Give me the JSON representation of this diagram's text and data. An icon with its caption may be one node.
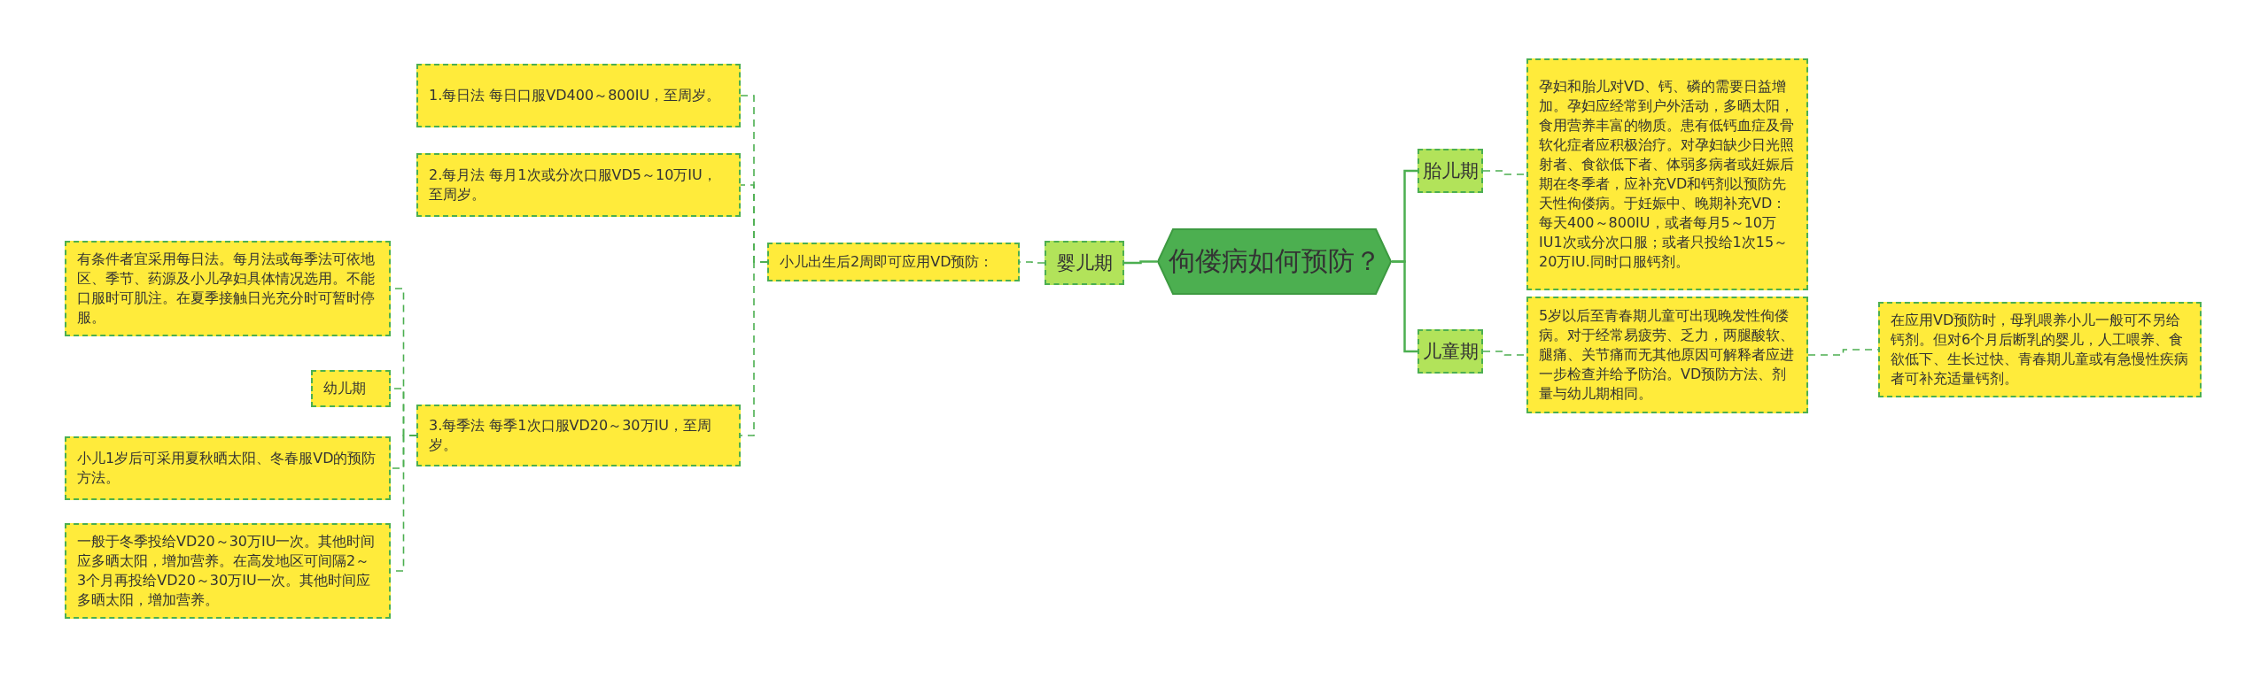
{
  "diagram": {
    "nodes": [
      {
        "text": [
          "佝偻病如何预防？"
        ]
      },
      {
        "text": [
          "婴儿期"
        ]
      },
      {
        "text": [
          "小儿出生后2周即可应用VD预防："
        ]
      },
      {
        "text": [
          "1.每日法 每日口服VD400～800IU，至周岁。"
        ]
      },
      {
        "text": [
          "2.每月法 每月1次或分次口服VD5～10万IU，至周岁。"
        ]
      },
      {
        "text": [
          "3.每季法 每季1次口服VD20～30万IU，至周岁。"
        ]
      },
      {
        "text": [
          "有条件者宜采用每日法。每月法或每季法可依地区、季节、药源及小儿孕妇具体情况选用。不能口服时可肌注。在夏季接触日光充分时可暂时停服。"
        ]
      },
      {
        "text": [
          "幼儿期"
        ]
      },
      {
        "text": [
          "小儿1岁后可采用夏秋晒太阳、冬春服VD的预防方法。"
        ]
      },
      {
        "text": [
          "一般于冬季投给VD20～30万IU一次。其他时间应多晒太阳，增加营养。在高发地区可间隔2～3个月再投给VD20～30万IU一次。其他时间应多晒太阳，增加营养。"
        ]
      },
      {
        "text": [
          "胎儿期"
        ]
      },
      {
        "text": [
          "孕妇和胎儿对VD、钙、磷的需要日益增加。孕妇应经常到户外活动，多晒太阳，食用营养丰富的物质。患有低钙血症及骨软化症者应积极治疗。对孕妇缺少日光照射者、食欲低下者、体弱多病者或妊娠后期在冬季者，应补充VD和钙剂以预防先天性佝偻病。于妊娠中、晚期补充VD：每天400～800IU，或者每月5～10万IU1次或分次口服；或者只投给1次15～20万IU.同时口服钙剂。"
        ]
      },
      {
        "text": [
          "儿童期"
        ]
      },
      {
        "text": [
          "5岁以后至青春期儿童可出现晚发性佝偻病。对于经常易疲劳、乏力，两腿酸软、腿痛、关节痛而无其他原因可解释者应进一步检查并给予防治。VD预防方法、剂量与幼儿期相同。"
        ]
      },
      {
        "text": [
          "在应用VD预防时，母乳喂养小儿一般可不另给钙剂。但对6个月后断乳的婴儿，人工喂养、食欲低下、生长过快、青春期儿童或有急慢性疾病者可补充适量钙剂。"
        ]
      }
    ],
    "edges": [
      {
        "from": 0,
        "to": 1,
        "arrow": "none"
      },
      {
        "from": 1,
        "to": 2,
        "arrow": "none",
        "style": "dashed"
      },
      {
        "from": 2,
        "to": 3,
        "arrow": "none",
        "style": "dashed"
      },
      {
        "from": 2,
        "to": 4,
        "arrow": "none",
        "style": "dashed"
      },
      {
        "from": 2,
        "to": 5,
        "arrow": "none",
        "style": "dashed"
      },
      {
        "from": 5,
        "to": 6,
        "arrow": "none",
        "style": "dashed"
      },
      {
        "from": 5,
        "to": 7,
        "arrow": "none",
        "style": "dashed"
      },
      {
        "from": 5,
        "to": 8,
        "arrow": "none",
        "style": "dashed"
      },
      {
        "from": 5,
        "to": 9,
        "arrow": "none",
        "style": "dashed"
      },
      {
        "from": 0,
        "to": 10,
        "arrow": "none"
      },
      {
        "from": 0,
        "to": 12,
        "arrow": "none"
      },
      {
        "from": 10,
        "to": 11,
        "arrow": "none",
        "style": "dashed"
      },
      {
        "from": 12,
        "to": 13,
        "arrow": "none",
        "style": "dashed"
      },
      {
        "from": 13,
        "to": 14,
        "arrow": "none",
        "style": "dashed"
      }
    ]
  }
}
